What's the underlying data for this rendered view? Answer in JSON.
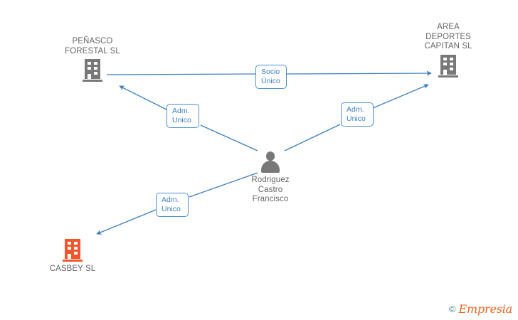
{
  "diagram": {
    "type": "relationship-graph",
    "background_color": "#ffffff",
    "edge_color": "#3d7fc1",
    "label_text_color": "#3d7fc1",
    "node_text_color": "#666666",
    "nodes": [
      {
        "id": "penasco",
        "kind": "company",
        "label": "PEÑASCO\nFORESTAL SL",
        "icon": "building-icon",
        "icon_color": "#787878",
        "label_position": "above"
      },
      {
        "id": "area_deportes",
        "kind": "company",
        "label": "AREA\nDEPORTES\nCAPITAN  SL",
        "icon": "building-icon",
        "icon_color": "#787878",
        "label_position": "above"
      },
      {
        "id": "person",
        "kind": "person",
        "label": "Rodriguez\nCastro\nFrancisco",
        "icon": "person-icon",
        "icon_color": "#787878",
        "label_position": "below"
      },
      {
        "id": "casbey",
        "kind": "company",
        "label": "CASBEY SL",
        "icon": "building-icon",
        "icon_color": "#f4552b",
        "label_position": "below"
      }
    ],
    "edges": [
      {
        "id": "edge-socio-unico",
        "from": "penasco",
        "to": "area_deportes",
        "label": "Socio\nÚnico"
      },
      {
        "id": "edge-adm-penasco",
        "from": "person",
        "to": "penasco",
        "label": "Adm.\nUnico"
      },
      {
        "id": "edge-adm-area",
        "from": "person",
        "to": "area_deportes",
        "label": "Adm.\nUnico"
      },
      {
        "id": "edge-adm-casbey",
        "from": "person",
        "to": "casbey",
        "label": "Adm.\nUnico"
      }
    ]
  },
  "watermark": {
    "copyright": "©",
    "brand": "Empresia"
  }
}
